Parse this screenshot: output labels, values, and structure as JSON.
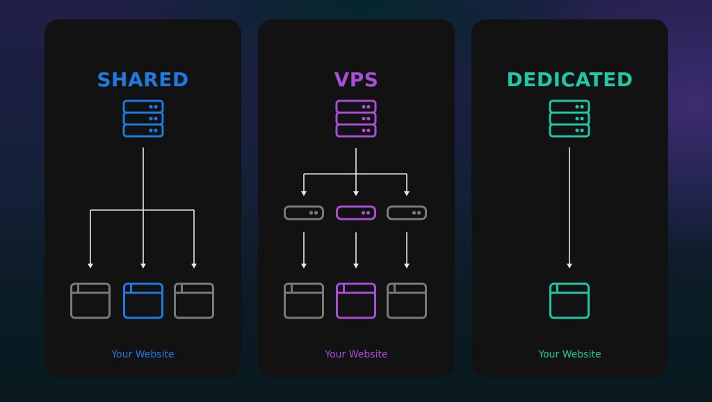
{
  "colors": {
    "shared": "#1f7ae0",
    "vps": "#a84fd8",
    "dedicated": "#1fc8a5",
    "inactive": "#7a7a7a",
    "connector": "#e8e8e8"
  },
  "cards": [
    {
      "key": "shared",
      "title": "SHARED",
      "caption": "Your Website",
      "structure": "one server feeding three websites",
      "websites": [
        "inactive",
        "active",
        "inactive"
      ]
    },
    {
      "key": "vps",
      "title": "VPS",
      "caption": "Your Website",
      "structure": "one server split into three virtual servers, each feeding one website",
      "virtual_servers": [
        "inactive",
        "active",
        "inactive"
      ],
      "websites": [
        "inactive",
        "active",
        "inactive"
      ]
    },
    {
      "key": "dedicated",
      "title": "DEDICATED",
      "caption": "Your Website",
      "structure": "one server feeding one website",
      "websites": [
        "active"
      ]
    }
  ]
}
